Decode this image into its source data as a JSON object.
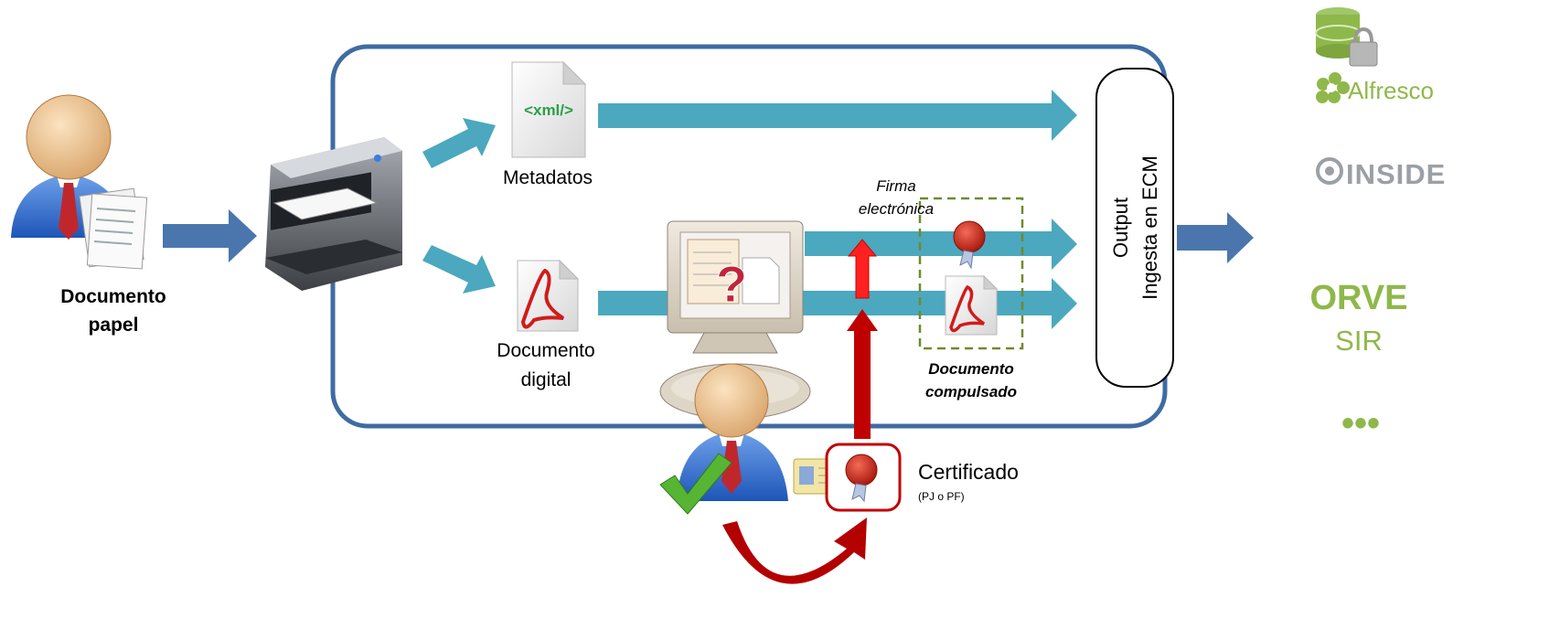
{
  "colors": {
    "process_border": "#3f6ba3",
    "teal_arrow": "#4ba8be",
    "blue_arrow": "#4a76ad",
    "red": "#c00000",
    "bright_red": "#ff2020",
    "signature_box": "#6f8a2c",
    "logo_green": "#8fb84a",
    "logo_grey": "#9aa0a6"
  },
  "input": {
    "label_line1": "Documento",
    "label_line2": "papel"
  },
  "outputs": {
    "metadata": {
      "file_tag": "<xml/>",
      "label": "Metadatos"
    },
    "digital": {
      "label_line1": "Documento",
      "label_line2": "digital"
    }
  },
  "signature": {
    "label_line1": "Firma",
    "label_line2": "electrónica",
    "doc_label_line1": "Documento",
    "doc_label_line2": "compulsado"
  },
  "certificate": {
    "label": "Certificado",
    "sublabel": "(PJ o PF)"
  },
  "ecm_box": {
    "line1": "Output",
    "line2": "Ingesta en ECM"
  },
  "logos": {
    "alfresco": "Alfresco",
    "inside": "INSIDE",
    "orve": "ORVE",
    "sir": "SIR",
    "more": "•••"
  }
}
